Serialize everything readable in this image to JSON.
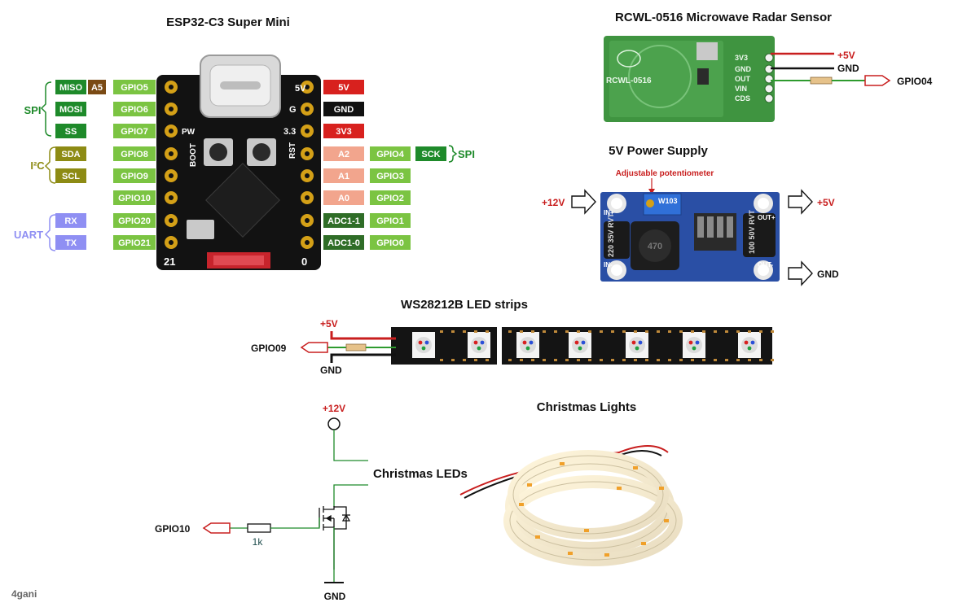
{
  "titles": {
    "esp": "ESP32-C3 Super Mini",
    "radar": "RCWL-0516 Microwave Radar Sensor",
    "psu": "5V Power Supply",
    "strip": "WS28212B  LED strips",
    "xmas": "Christmas Lights"
  },
  "esp": {
    "spi_label": "SPI",
    "i2c_label": "I²C",
    "uart_label": "UART",
    "left_func": [
      "MISO",
      "MOSI",
      "SS",
      "SDA",
      "SCL",
      "",
      "RX",
      "TX"
    ],
    "a5": "A5",
    "left_gpio": [
      "GPIO5",
      "GPIO6",
      "GPIO7",
      "GPIO8",
      "GPIO9",
      "GPIO10",
      "GPIO20",
      "GPIO21"
    ],
    "right_power": [
      "5V",
      "GND",
      "3V3",
      "A2",
      "A1",
      "A0",
      "ADC1-1",
      "ADC1-0"
    ],
    "right_gpio": [
      "",
      "",
      "",
      "GPIO4",
      "GPIO3",
      "GPIO2",
      "GPIO1",
      "GPIO0"
    ],
    "sck": "SCK",
    "spi_right": "SPI",
    "silk": {
      "v5": "5V",
      "g": "G",
      "v33": "3.3",
      "pw": "PW",
      "boot": "BOOT",
      "rst": "RST",
      "n21": "21",
      "n0": "0"
    },
    "colors": {
      "spi": "#1e8a2a",
      "i2c": "#8d8b14",
      "uart": "#8f8ff3",
      "gpio": "#7bc442",
      "power_red": "#d8211e",
      "analog": "#f2a58d",
      "adc": "#2f6d27",
      "a5": "#7a4a14"
    }
  },
  "radar": {
    "pins": [
      "3V3",
      "GND",
      "OUT",
      "VIN",
      "CDS"
    ],
    "board_text": "RCWL-0516",
    "plus5v": "+5V",
    "gnd": "GND",
    "gpio": "GPIO04"
  },
  "psu": {
    "pot_label": "Adjustable potentiometer",
    "in_voltage": "+12V",
    "out_voltage": "+5V",
    "out_gnd": "GND",
    "in_plus": "IN+",
    "in_minus": "IN-",
    "out_plus": "OUT+",
    "out_minus": "OUT-",
    "cap_left": "220 35V RVT",
    "cap_right": "100 50V RVT",
    "inductor": "470",
    "pot_code": "W103"
  },
  "strip": {
    "plus5v": "+5V",
    "gpio": "GPIO09",
    "gnd": "GND"
  },
  "lights": {
    "plus12v": "+12V",
    "leds": "Christmas LEDs",
    "gpio": "GPIO10",
    "resistor": "1k",
    "gnd": "GND"
  },
  "author": "4gani"
}
